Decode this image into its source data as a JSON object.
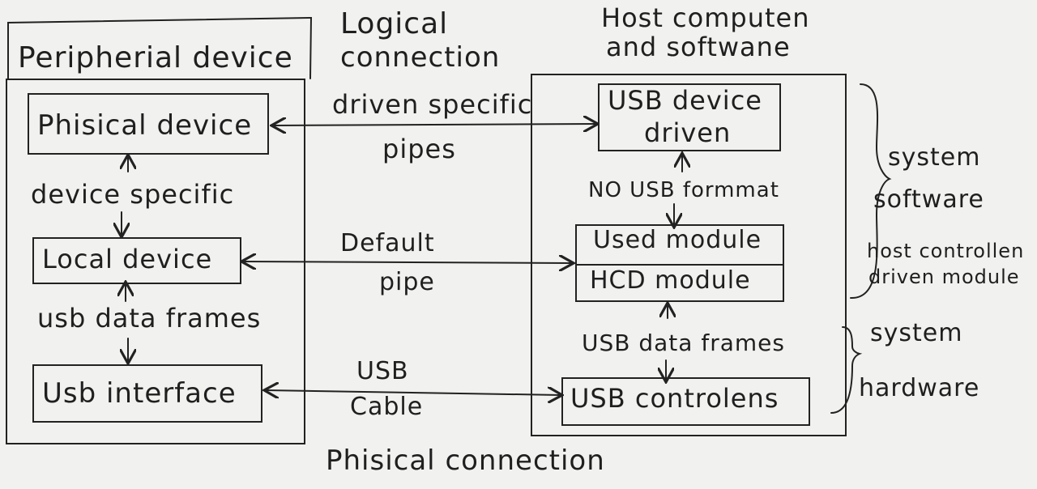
{
  "labels": {
    "peripheral_device": "Peripherial device",
    "logical_connection_line1": "Logical",
    "logical_connection_line2": "connection",
    "host_line1": "Host computen",
    "host_line2": "and softwane",
    "phisical_device": "Phisical device",
    "driver_specific": "driven specific",
    "pipes": "pipes",
    "usb_device_driver_line1": "USB device",
    "usb_device_driver_line2": "driven",
    "device_specific": "device specific",
    "no_usb_format": "NO USB formmat",
    "system_software_line1": "system",
    "system_software_line2": "software",
    "local_device": "Local device",
    "default": "Default",
    "pipe": "pipe",
    "used_module": "Used module",
    "hcd_module": "HCD module",
    "host_controller_line1": "host controllen",
    "host_controller_line2": "driven module",
    "usb_data_frames_left": "usb data frames",
    "usb_data_frames_right": "USB data frames",
    "system_hardware_line1": "system",
    "system_hardware_line2": "hardware",
    "usb_interface": "Usb interface",
    "usb": "USB",
    "cable": "Cable",
    "usb_controllers": "USB controlens",
    "phisical_connection": "Phisical connection"
  }
}
